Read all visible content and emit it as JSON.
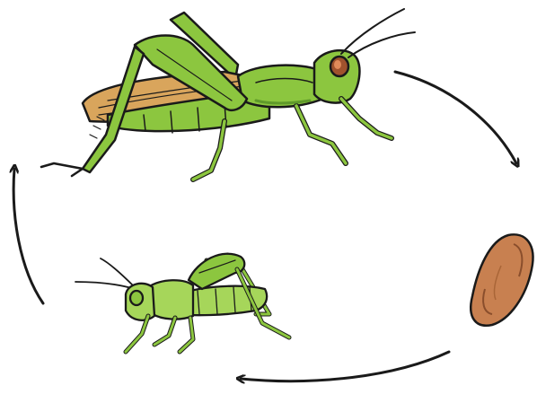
{
  "diagram": {
    "type": "life-cycle",
    "stages": [
      {
        "name": "adult-grasshopper",
        "icon": "grasshopper-adult-icon"
      },
      {
        "name": "egg",
        "icon": "egg-icon"
      },
      {
        "name": "nymph",
        "icon": "grasshopper-nymph-icon"
      }
    ],
    "cycle": [
      "adult-grasshopper",
      "egg",
      "nymph",
      "adult-grasshopper"
    ],
    "colors": {
      "body_green": "#8cc63f",
      "dark_green": "#5f9a2a",
      "wing_tan": "#d9a55c",
      "egg_brown": "#c88050",
      "eye_brown": "#a0522d",
      "outline": "#1a1a1a",
      "arrow": "#1a1a1a"
    }
  }
}
